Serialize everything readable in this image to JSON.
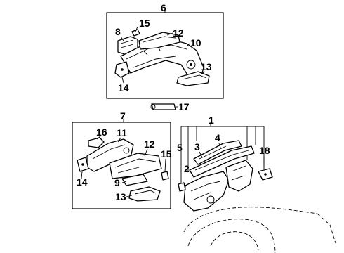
{
  "callouts": {
    "c1": "1",
    "c2": "2",
    "c3": "3",
    "c4": "4",
    "c5": "5",
    "c6": "6",
    "c7": "7",
    "c8": "8",
    "c9": "9",
    "c10": "10",
    "c11": "11",
    "c12a": "12",
    "c12b": "12",
    "c13a": "13",
    "c13b": "13",
    "c14a": "14",
    "c14b": "14",
    "c15a": "15",
    "c15b": "15",
    "c16": "16",
    "c17": "17",
    "c18": "18"
  }
}
